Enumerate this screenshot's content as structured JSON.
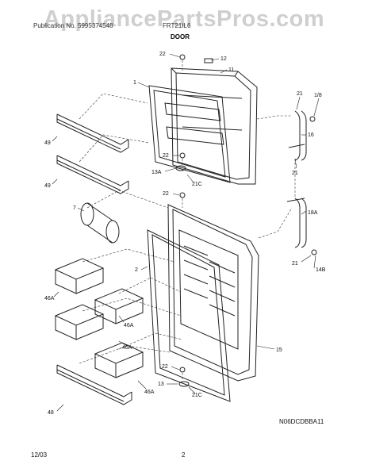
{
  "watermark": "AppliancePartsPros.com",
  "header": {
    "left_text": "Publication No. 5995374548",
    "right_text": "FRT21IL6",
    "title": "DOOR"
  },
  "callouts": {
    "c22_top": "22",
    "c12": "12",
    "c11": "11",
    "c1": "1",
    "c21_tr": "21",
    "c1b": "1/8",
    "c16": "16",
    "c21_mid": "21",
    "c49_top": "49",
    "c49_bot": "49",
    "c22_mid": "22",
    "c13a": "13A",
    "c21c_mid": "21C",
    "c22_lower": "22",
    "c7": "7",
    "c18a": "18A",
    "c2": "2",
    "c21_low": "21",
    "c14b": "14B",
    "c46a_1": "46A",
    "c46a_2": "46A",
    "c46a_3": "46A",
    "c15": "15",
    "c22_bot": "22",
    "c13": "13",
    "c21c_bot": "21C",
    "c48": "48"
  },
  "drawing_code": "N06DCDBBA11",
  "footer": {
    "date": "12/03",
    "page": "2"
  }
}
